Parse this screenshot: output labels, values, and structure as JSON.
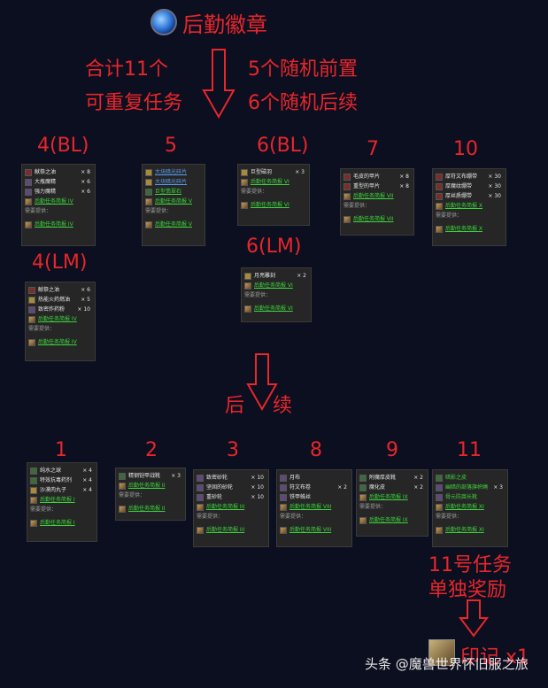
{
  "title": "后勤徽章",
  "info": {
    "line1_left": "合计11个",
    "line1_right": "5个随机前置",
    "line2_left": "可重复任务",
    "line2_right": "6个随机后续"
  },
  "labels": {
    "g4bl": "4(BL)",
    "g5": "5",
    "g6bl": "6(BL)",
    "g7": "7",
    "g10": "10",
    "g4lm": "4(LM)",
    "g6lm": "6(LM)",
    "follow_left": "后",
    "follow_right": "续",
    "b1": "1",
    "b2": "2",
    "b3": "3",
    "b8": "8",
    "b9": "9",
    "b11": "11"
  },
  "need_label": "需要提供：",
  "panels": {
    "p4bl": {
      "items": [
        {
          "n": "献祭之油",
          "q": "× 8"
        },
        {
          "n": "大瓶魔精",
          "q": "× 6"
        },
        {
          "n": "强力魔精",
          "q": "× 6"
        }
      ],
      "quest": "后勤任务简报 IV",
      "bottom": "后勤任务简报 IV"
    },
    "p5": {
      "items": [
        {
          "n": "大块暗光碎片"
        },
        {
          "n": "大块暗光碎片"
        },
        {
          "n": "巨型翡翠石"
        }
      ],
      "quest": "后勤任务简报 V",
      "bottom": "后勤任务简报 V"
    },
    "p6bl": {
      "items": [
        {
          "n": "巨型磁羽",
          "q": "× 3"
        }
      ],
      "quest": "后勤任务简报 VI",
      "bottom": "后勤任务简报 VI"
    },
    "p7": {
      "items": [
        {
          "n": "毛皮的甲片",
          "q": "× 8"
        },
        {
          "n": "重型的甲片",
          "q": "× 8"
        }
      ],
      "quest": "后勤任务简报 VII",
      "bottom": "后勤任务简报 VII"
    },
    "p10": {
      "items": [
        {
          "n": "厚符文布绷带",
          "q": "× 30"
        },
        {
          "n": "厚魔纹绷带",
          "q": "× 30"
        },
        {
          "n": "厚丝质绷带",
          "q": "× 30"
        }
      ],
      "quest": "后勤任务简报 X",
      "bottom": "后勤任务简报 X"
    },
    "p4lm": {
      "items": [
        {
          "n": "献祭之油",
          "q": "× 6"
        },
        {
          "n": "热能火药燃油",
          "q": "× 5"
        },
        {
          "n": "致密炸药粉",
          "q": "× 10"
        }
      ],
      "quest": "后勤任务简报 IV",
      "bottom": "后勤任务简报 IV"
    },
    "p6lm": {
      "items": [
        {
          "n": "月亮雕刻",
          "q": "× 2"
        }
      ],
      "quest": "后勤任务简报 VI",
      "bottom": "后勤任务简报 VI"
    },
    "p1": {
      "items": [
        {
          "n": "纯水之球",
          "q": "× 4"
        },
        {
          "n": "特效抗毒药剂",
          "q": "× 4"
        },
        {
          "n": "沙漠肉丸子",
          "q": "× 4"
        }
      ],
      "quest": "后勤任务简报 I",
      "bottom": "后勤任务简报 I"
    },
    "p2": {
      "items": [
        {
          "n": "精钢铠甲战靴",
          "q": "× 3"
        }
      ],
      "quest": "后勤任务简报 II",
      "bottom": "后勤任务简报 II"
    },
    "p3": {
      "items": [
        {
          "n": "致密砂轮",
          "q": "× 10"
        },
        {
          "n": "坚固的砂轮",
          "q": "× 10"
        },
        {
          "n": "重砂轮",
          "q": "× 10"
        }
      ],
      "quest": "后勤任务简报 III",
      "bottom": "后勤任务简报 III"
    },
    "p8": {
      "items": [
        {
          "n": "月布"
        },
        {
          "n": "符文布卷",
          "q": "× 2"
        },
        {
          "n": "铁甲蛛丝"
        }
      ],
      "quest": "后勤任务简报 VIII",
      "bottom": "后勤任务简报 VIII"
    },
    "p9": {
      "items": [
        {
          "n": "附魔厚皮靴",
          "q": "× 2"
        },
        {
          "n": "魔化皮",
          "q": "× 2"
        }
      ],
      "quest": "后勤任务简报 IX",
      "bottom": "后勤任务简报 IX"
    },
    "p11": {
      "items": [
        {
          "n": "暗影之皮"
        },
        {
          "n": "幽暗的部落旗帜绳",
          "q": "× 3"
        },
        {
          "n": "骨元防腐长靴"
        }
      ],
      "quest": "后勤任务简报 XI",
      "bottom": "后勤任务简报 XI"
    }
  },
  "reward": {
    "line1": "11号任务",
    "line2": "单独奖励",
    "item": "印记 x1"
  },
  "watermark": "头条 @魔兽世界怀旧服之旅",
  "colors": {
    "accent": "#e8262c",
    "background": "#0c0f1f",
    "link": "#3cd23c"
  }
}
